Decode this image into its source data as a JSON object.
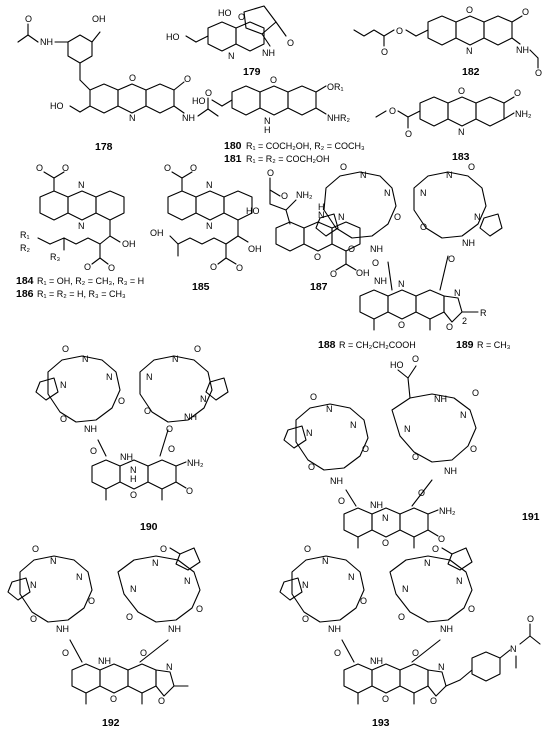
{
  "figure": {
    "compounds": [
      {
        "id": "178"
      },
      {
        "id": "179"
      },
      {
        "id": "180"
      },
      {
        "id": "181"
      },
      {
        "id": "182"
      },
      {
        "id": "183"
      },
      {
        "id": "184"
      },
      {
        "id": "185"
      },
      {
        "id": "186"
      },
      {
        "id": "187"
      },
      {
        "id": "188"
      },
      {
        "id": "189"
      },
      {
        "id": "190"
      },
      {
        "id": "191"
      },
      {
        "id": "192"
      },
      {
        "id": "193"
      }
    ],
    "substituent_notes": {
      "c180": "R₁ = COCH₂OH, R₂ = COCH₃",
      "c181": "R₁ = R₂ = COCH₂OH",
      "c184": "R₁ = OH, R₂ = CH₃, R₃ = H",
      "c186": "R₁ = R₂ = H, R₃ = CH₃",
      "c188": "R = CH₂CH₂COOH",
      "c189": "R = CH₃"
    },
    "atom_labels": {
      "HO": "HO",
      "OH": "OH",
      "O": "O",
      "N": "N",
      "H": "H",
      "NH": "NH",
      "NH2": "NH₂",
      "OR1": "OR₁",
      "NHR2": "NHR₂",
      "R": "R",
      "R1": "R₁",
      "R2": "R₂",
      "R3": "R₃",
      "two": "2"
    }
  }
}
